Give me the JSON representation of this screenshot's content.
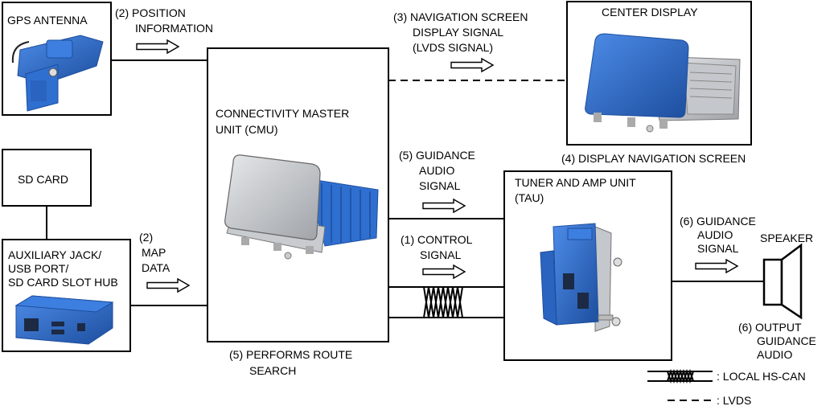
{
  "components": {
    "gps_antenna": "GPS ANTENNA",
    "sd_card": "SD CARD",
    "aux_hub": [
      "AUXILIARY JACK/",
      "USB PORT/",
      "SD CARD SLOT HUB"
    ],
    "cmu": [
      "CONNECTIVITY MASTER",
      "UNIT (CMU)"
    ],
    "center_display": "CENTER DISPLAY",
    "tau": [
      "TUNER AND AMP UNIT",
      "(TAU)"
    ],
    "speaker": "SPEAKER"
  },
  "signals": {
    "position_info": [
      "(2) POSITION",
      "INFORMATION"
    ],
    "map_data": [
      "(2)",
      "MAP",
      "DATA"
    ],
    "nav_display_signal": [
      "(3) NAVIGATION SCREEN",
      "DISPLAY SIGNAL",
      "(LVDS SIGNAL)"
    ],
    "display_nav_screen": "(4) DISPLAY NAVIGATION SCREEN",
    "guidance_audio_signal_5": [
      "(5) GUIDANCE",
      "AUDIO",
      "SIGNAL"
    ],
    "control_signal": [
      "(1) CONTROL",
      "SIGNAL"
    ],
    "performs_route_search": [
      "(5) PERFORMS ROUTE",
      "SEARCH"
    ],
    "guidance_audio_signal_6": [
      "(6) GUIDANCE",
      "AUDIO",
      "SIGNAL"
    ],
    "output_guidance_audio": [
      "(6) OUTPUT",
      "GUIDANCE",
      "AUDIO"
    ]
  },
  "legend": {
    "hs_can": ": LOCAL HS-CAN",
    "lvds": ": LVDS"
  },
  "colors": {
    "component_blue": "#2f6fd0",
    "component_blue_dark": "#1d4e9e",
    "housing_gray": "#bfc2c6",
    "line": "#000000"
  },
  "icons": [
    "gps-antenna-image",
    "center-display-image",
    "cmu-image",
    "aux-hub-image",
    "tau-image",
    "speaker-icon"
  ]
}
